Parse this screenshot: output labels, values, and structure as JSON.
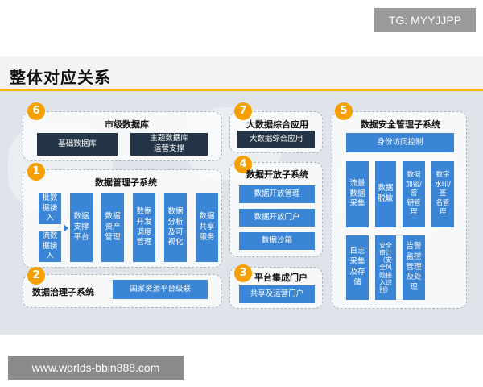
{
  "watermarks": {
    "top": "TG: MYYJJPP",
    "bottom": "www.worlds-bbin888.com"
  },
  "page_title": "整体对应关系",
  "colors": {
    "accent": "#f5b800",
    "badge": "#f5a000",
    "dark_box": "#243547",
    "blue_box": "#3a85d6"
  },
  "panels": {
    "municipal_db": {
      "num": "6",
      "title": "市级数据库",
      "boxes": [
        "基础数据库",
        "主题数据库\n运营支撑"
      ]
    },
    "big_data_app": {
      "num": "7",
      "title": "大数据综合应用",
      "boxes": [
        "大数据综合应用"
      ]
    },
    "data_mgmt": {
      "num": "1",
      "title": "数据管理子系统",
      "inputs": [
        "批数\n据接\n入",
        "流数\n据接\n入"
      ],
      "modules": [
        "数据\n支撑\n平台",
        "数据\n资产\n管理",
        "数据\n开发\n调度\n管理",
        "数据\n分析\n及可\n视化",
        "数据\n共享\n服务"
      ]
    },
    "data_open": {
      "num": "4",
      "title": "数据开放子系统",
      "boxes": [
        "数据开放管理",
        "数据开放门户",
        "数据沙箱"
      ]
    },
    "data_gov": {
      "num": "2",
      "title": "数据治理子系统",
      "boxes": [
        "国家资源平台级联"
      ]
    },
    "platform_portal": {
      "num": "3",
      "title": "平台集成门户",
      "boxes": [
        "共享及运营门户"
      ]
    },
    "data_security": {
      "num": "5",
      "title": "数据安全管理子系统",
      "top_box": "身份访问控制",
      "row1": [
        "流量\n数据\n采集",
        "数据\n脱敏",
        "数据\n加密/密\n钥管理",
        "数字\n水印/签\n名管理"
      ],
      "row2": [
        "日志\n采集\n及存\n储",
        "安全\n审计\n（安\n全风\n险接\n入识\n别）",
        "告警\n监控\n管理\n及处\n理"
      ]
    }
  }
}
